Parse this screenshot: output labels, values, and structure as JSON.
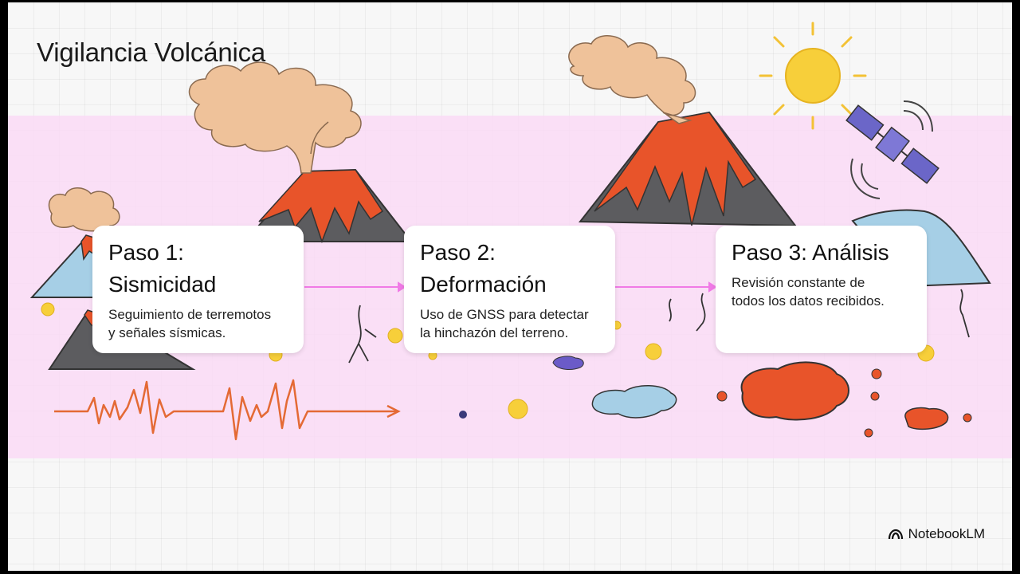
{
  "slide": {
    "title": "Vigilancia Volcánica",
    "steps": [
      {
        "title_line1": "Paso 1:",
        "title_line2": "Sismicidad",
        "desc_line1": "Seguimiento de terremotos",
        "desc_line2": "y señales sísmicas."
      },
      {
        "title_line1": "Paso 2:",
        "title_line2": "Deformación",
        "desc_line1": "Uso de GNSS para detectar",
        "desc_line2": "la hinchazón del terreno."
      },
      {
        "title_line1": "Paso 3: Análisis",
        "desc_line1": "Revisión constante de",
        "desc_line2": "todos los datos recibidos."
      }
    ],
    "brand": "NotebookLM",
    "icons": [
      "volcano-icon",
      "seismograph-icon",
      "satellite-icon",
      "sun-icon",
      "notebooklm-logo-icon"
    ],
    "colors": {
      "lava": "#e8542a",
      "rock": "#5c5c5f",
      "ash": "#efc29a",
      "glacier": "#a6cfe6",
      "band": "#fadaf6",
      "sun": "#f7cf3a",
      "seismic": "#e46a35"
    }
  }
}
